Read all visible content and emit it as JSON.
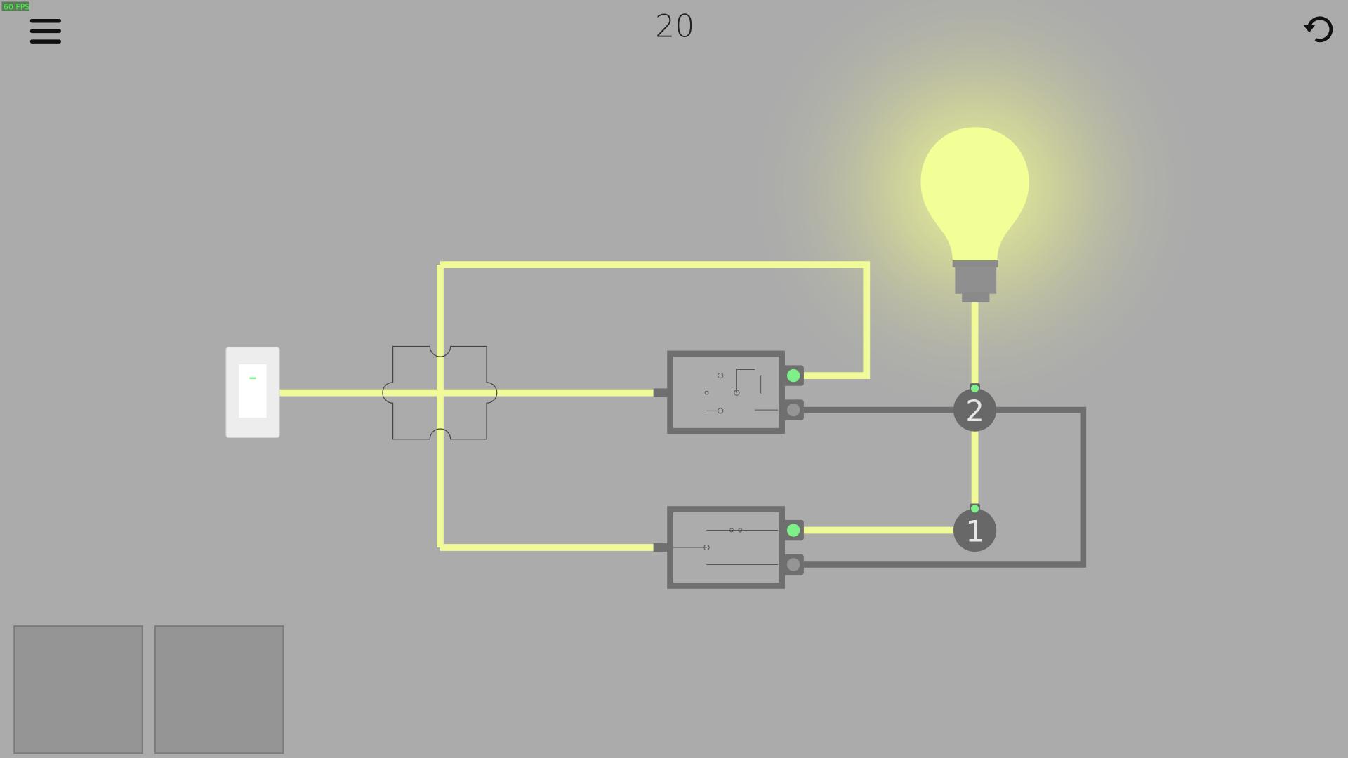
{
  "hud": {
    "fps_label": "60 FPS",
    "level_number": "20",
    "menu_icon": "hamburger-icon",
    "restart_icon": "restart-icon"
  },
  "circuit": {
    "nodes": [
      {
        "label": "2"
      },
      {
        "label": "1"
      }
    ],
    "bulb_state": "on",
    "switch_state": "on"
  },
  "inventory": {
    "slots": 2
  },
  "colors": {
    "background": "#ababab",
    "wire_powered": "#f0fa98",
    "wire_unpowered": "#6e6e6e",
    "indicator_on": "#7df08a",
    "bulb_glow": "#f4ff9a"
  }
}
